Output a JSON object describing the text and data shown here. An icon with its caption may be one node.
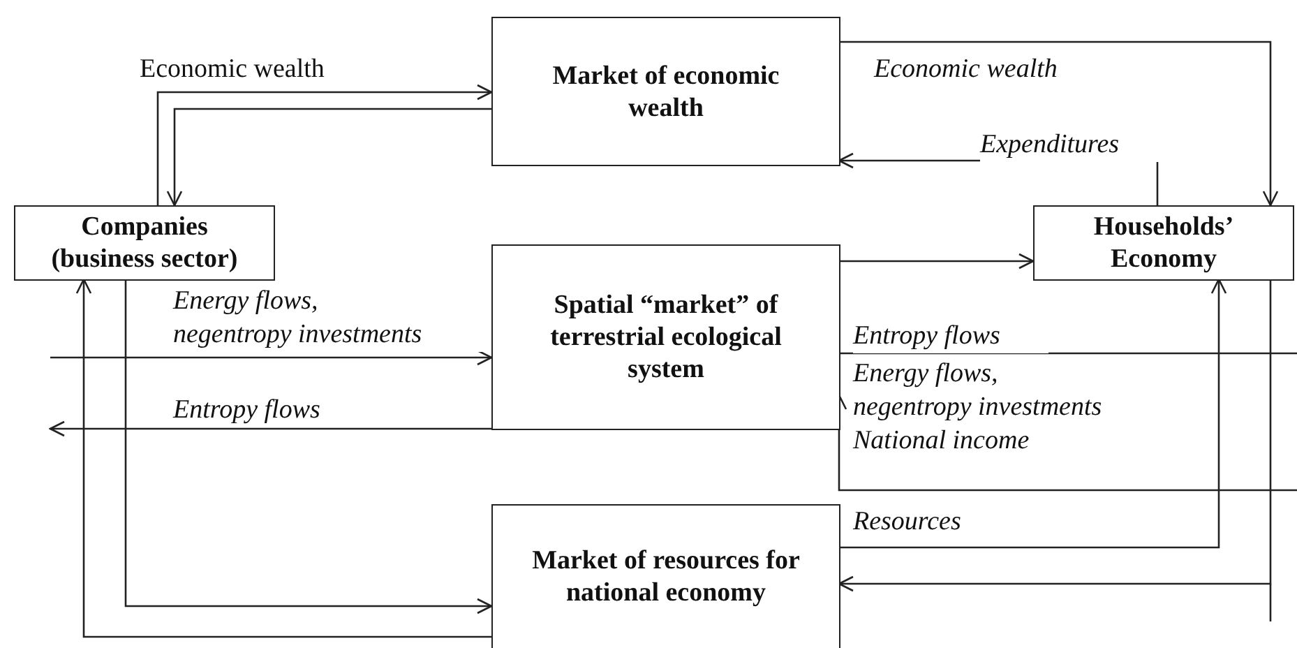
{
  "diagram": {
    "nodes": [
      {
        "text": [
          "Companies (business sector)"
        ]
      },
      {
        "text": [
          "Market of economic wealth"
        ]
      },
      {
        "text": [
          "Households’ Economy"
        ]
      },
      {
        "text": [
          "Spatial “market” of terrestrial ecological system"
        ]
      },
      {
        "text": [
          "Market of resources for national economy"
        ]
      }
    ],
    "edges": [
      {
        "from": 0,
        "to": 1,
        "arrow": "to",
        "label": "Economic wealth"
      },
      {
        "from": 1,
        "to": 0,
        "arrow": "to"
      },
      {
        "from": 1,
        "to": 2,
        "arrow": "to",
        "label": "Economic wealth"
      },
      {
        "from": 2,
        "to": 1,
        "arrow": "to",
        "label": "Expenditures"
      },
      {
        "from": 3,
        "to": 2,
        "arrow": "to"
      },
      {
        "from": null,
        "to": 3,
        "arrow": "to",
        "label": "Energy flows, negentropy investments"
      },
      {
        "from": 3,
        "to": null,
        "arrow": "to",
        "label": "Entropy flows"
      },
      {
        "from": 3,
        "to": null,
        "arrow": "none",
        "label": "Entropy flows"
      },
      {
        "from": null,
        "to": 3,
        "arrow": "to",
        "label": "Energy flows, negentropy investments National income"
      },
      {
        "from": 0,
        "to": 4,
        "arrow": "to"
      },
      {
        "from": 4,
        "to": 0,
        "arrow": "to"
      },
      {
        "from": 2,
        "to": 4,
        "arrow": "to"
      },
      {
        "from": 4,
        "to": 2,
        "arrow": "to",
        "label": "Resources"
      }
    ]
  }
}
